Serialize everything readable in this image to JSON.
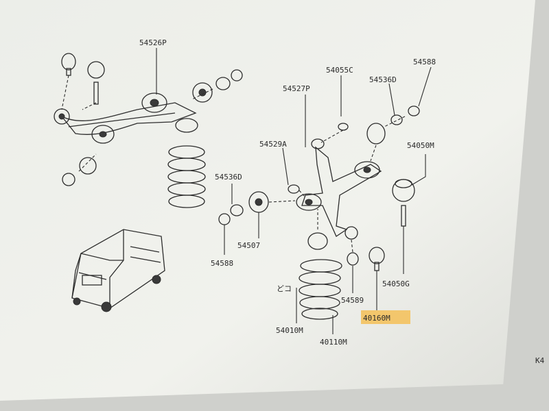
{
  "labels": {
    "p54526P": "54526P",
    "p54055C": "54055C",
    "p54588a": "54588",
    "p54527P": "54527P",
    "p54536Da": "54536D",
    "p54529A": "54529A",
    "p54050M": "54050M",
    "p54536Db": "54536D",
    "p54507": "54507",
    "p54588b": "54588",
    "p54589": "54589",
    "p54050G": "54050G",
    "p40160M": "40160M",
    "p54010M": "54010M",
    "p40110M": "40110M",
    "note": "どコ",
    "corner": "K4"
  },
  "colors": {
    "paper": "#f3f4ef",
    "ink": "#2d2d2d",
    "highlight": "#f3c66c"
  }
}
